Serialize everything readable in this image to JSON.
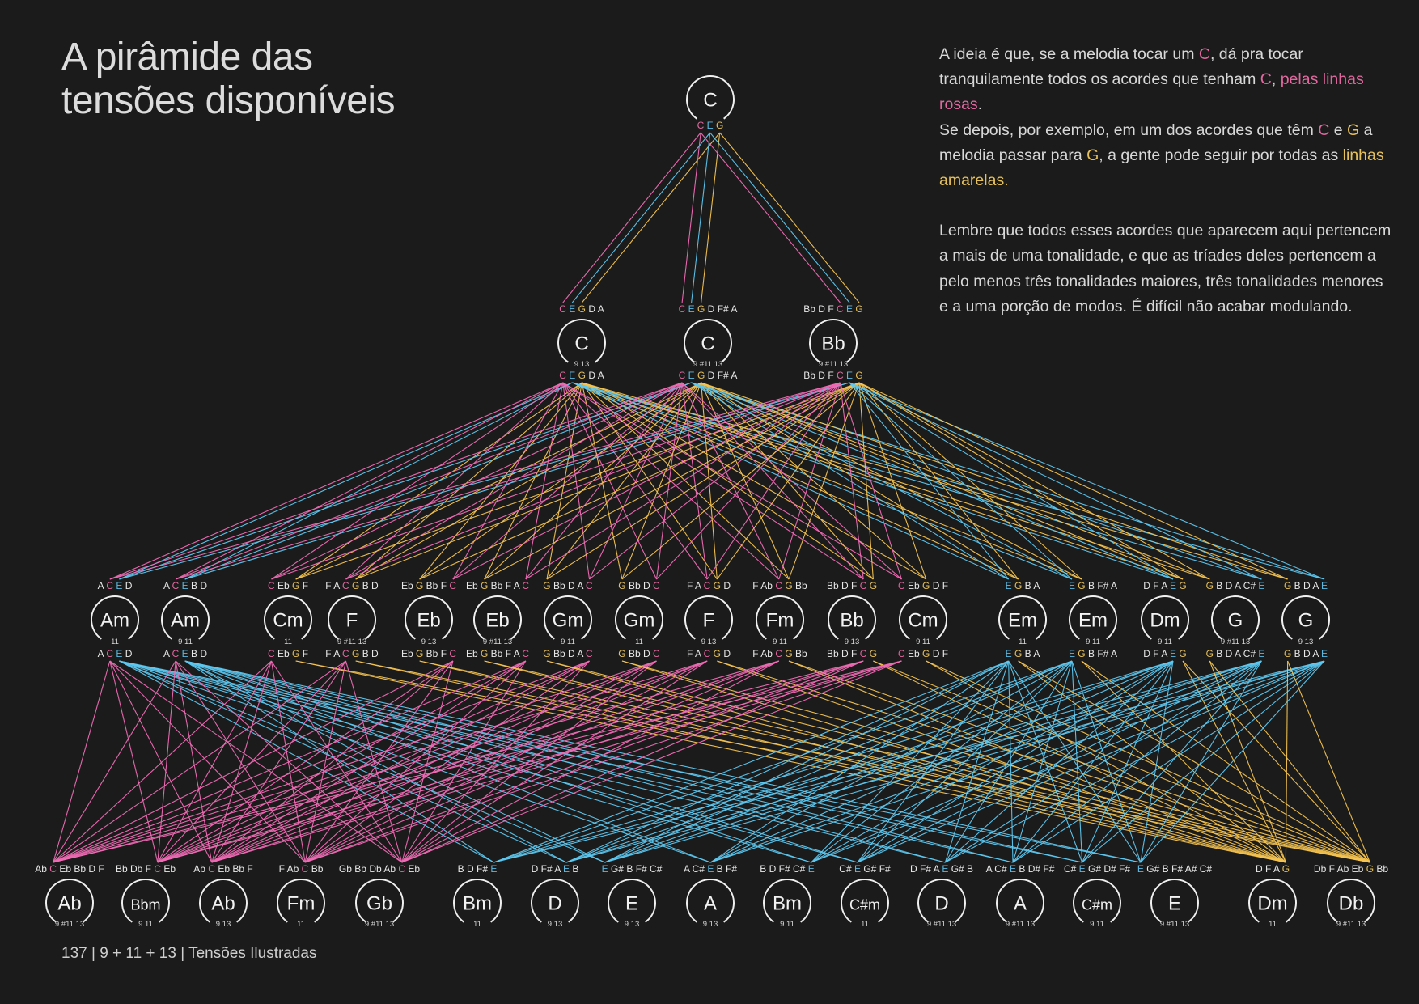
{
  "colors": {
    "background": "#1b1b1b",
    "pink": "#f06bb5",
    "blue": "#5ec8f0",
    "yellow": "#f5c451",
    "pink_text": "#e0689e",
    "blue_text": "#5bb8e0",
    "yellow_text": "#e6c05a",
    "white": "#e8e8e8"
  },
  "highlight_notes": {
    "C": "pink",
    "E": "blue",
    "G": "yellow"
  },
  "title": {
    "line1": "A pirâmide das",
    "line2": "tensões disponíveis"
  },
  "paragraphs": [
    [
      {
        "t": "A ideia é que, se a melodia tocar um "
      },
      {
        "t": "C",
        "c": "pink"
      },
      {
        "t": ", dá pra tocar tranquilamente todos os acordes que tenham "
      },
      {
        "t": "C",
        "c": "pink"
      },
      {
        "t": ", "
      },
      {
        "t": "pelas linhas rosas",
        "c": "pink"
      },
      {
        "t": "."
      },
      {
        "br": true
      },
      {
        "t": "Se depois, por exemplo, em um dos acordes que têm "
      },
      {
        "t": "C",
        "c": "pink"
      },
      {
        "t": " e "
      },
      {
        "t": "G",
        "c": "yellow"
      },
      {
        "t": " a melodia passar para "
      },
      {
        "t": "G",
        "c": "yellow"
      },
      {
        "t": ", a gente pode seguir por todas as "
      },
      {
        "t": "linhas amarelas.",
        "c": "yellow"
      }
    ],
    [
      {
        "t": "Lembre que todos esses acordes que aparecem aqui pertencem a mais de uma tonalidade, e que as tríades deles pertencem a pelo menos três tonalidades maiores, três tonalidades menores e a uma porção de modos. É difícil não acabar modulando."
      }
    ]
  ],
  "footer": "137 | 9 + 11 + 13 | Tensões Ilustradas",
  "levels": [
    [
      {
        "name": "C",
        "tensions": "",
        "top": [],
        "bottom": [
          "C",
          "E",
          "G"
        ]
      }
    ],
    [
      {
        "name": "C",
        "tensions": "9 13",
        "top": [
          "C",
          "E",
          "G",
          "D",
          "A"
        ],
        "bottom": [
          "C",
          "E",
          "G",
          "D",
          "A"
        ]
      },
      {
        "name": "C",
        "tensions": "9 #11 13",
        "top": [
          "C",
          "E",
          "G",
          "D",
          "F#",
          "A"
        ],
        "bottom": [
          "C",
          "E",
          "G",
          "D",
          "F#",
          "A"
        ]
      },
      {
        "name": "Bb",
        "tensions": "9 #11 13",
        "top": [
          "Bb",
          "D",
          "F",
          "C",
          "E",
          "G"
        ],
        "bottom": [
          "Bb",
          "D",
          "F",
          "C",
          "E",
          "G"
        ]
      }
    ],
    [
      {
        "name": "Am",
        "tensions": "11",
        "top": [
          "A",
          "C",
          "E",
          "D"
        ],
        "bottom": [
          "A",
          "C",
          "E",
          "D"
        ]
      },
      {
        "name": "Am",
        "tensions": "9 11",
        "top": [
          "A",
          "C",
          "E",
          "B",
          "D"
        ],
        "bottom": [
          "A",
          "C",
          "E",
          "B",
          "D"
        ]
      },
      {
        "name": "Cm",
        "tensions": "11",
        "top": [
          "C",
          "Eb",
          "G",
          "F"
        ],
        "bottom": [
          "C",
          "Eb",
          "G",
          "F"
        ]
      },
      {
        "name": "F",
        "tensions": "9 #11 13",
        "top": [
          "F",
          "A",
          "C",
          "G",
          "B",
          "D"
        ],
        "bottom": [
          "F",
          "A",
          "C",
          "G",
          "B",
          "D"
        ]
      },
      {
        "name": "Eb",
        "tensions": "9 13",
        "top": [
          "Eb",
          "G",
          "Bb",
          "F",
          "C"
        ],
        "bottom": [
          "Eb",
          "G",
          "Bb",
          "F",
          "C"
        ]
      },
      {
        "name": "Eb",
        "tensions": "9 #11 13",
        "top": [
          "Eb",
          "G",
          "Bb",
          "F",
          "A",
          "C"
        ],
        "bottom": [
          "Eb",
          "G",
          "Bb",
          "F",
          "A",
          "C"
        ]
      },
      {
        "name": "Gm",
        "tensions": "9 11",
        "top": [
          "G",
          "Bb",
          "D",
          "A",
          "C"
        ],
        "bottom": [
          "G",
          "Bb",
          "D",
          "A",
          "C"
        ]
      },
      {
        "name": "Gm",
        "tensions": "11",
        "top": [
          "G",
          "Bb",
          "D",
          "C"
        ],
        "bottom": [
          "G",
          "Bb",
          "D",
          "C"
        ]
      },
      {
        "name": "F",
        "tensions": "9 13",
        "top": [
          "F",
          "A",
          "C",
          "G",
          "D"
        ],
        "bottom": [
          "F",
          "A",
          "C",
          "G",
          "D"
        ]
      },
      {
        "name": "Fm",
        "tensions": "9 11",
        "top": [
          "F",
          "Ab",
          "C",
          "G",
          "Bb"
        ],
        "bottom": [
          "F",
          "Ab",
          "C",
          "G",
          "Bb"
        ]
      },
      {
        "name": "Bb",
        "tensions": "9 13",
        "top": [
          "Bb",
          "D",
          "F",
          "C",
          "G"
        ],
        "bottom": [
          "Bb",
          "D",
          "F",
          "C",
          "G"
        ]
      },
      {
        "name": "Cm",
        "tensions": "9 11",
        "top": [
          "C",
          "Eb",
          "G",
          "D",
          "F"
        ],
        "bottom": [
          "C",
          "Eb",
          "G",
          "D",
          "F"
        ]
      },
      {
        "name": "Em",
        "tensions": "11",
        "top": [
          "E",
          "G",
          "B",
          "A"
        ],
        "bottom": [
          "E",
          "G",
          "B",
          "A"
        ]
      },
      {
        "name": "Em",
        "tensions": "9 11",
        "top": [
          "E",
          "G",
          "B",
          "F#",
          "A"
        ],
        "bottom": [
          "E",
          "G",
          "B",
          "F#",
          "A"
        ]
      },
      {
        "name": "Dm",
        "tensions": "9 11",
        "top": [
          "D",
          "F",
          "A",
          "E",
          "G"
        ],
        "bottom": [
          "D",
          "F",
          "A",
          "E",
          "G"
        ]
      },
      {
        "name": "G",
        "tensions": "9 #11 13",
        "top": [
          "G",
          "B",
          "D",
          "A",
          "C#",
          "E"
        ],
        "bottom": [
          "G",
          "B",
          "D",
          "A",
          "C#",
          "E"
        ]
      },
      {
        "name": "G",
        "tensions": "9 13",
        "top": [
          "G",
          "B",
          "D",
          "A",
          "E"
        ],
        "bottom": [
          "G",
          "B",
          "D",
          "A",
          "E"
        ]
      }
    ],
    [
      {
        "name": "Ab",
        "tensions": "9 #11 13",
        "top": [
          "Ab",
          "C",
          "Eb",
          "Bb",
          "D",
          "F"
        ],
        "bottom": []
      },
      {
        "name": "Bbm",
        "tensions": "9 11",
        "top": [
          "Bb",
          "Db",
          "F",
          "C",
          "Eb"
        ],
        "bottom": []
      },
      {
        "name": "Ab",
        "tensions": "9 13",
        "top": [
          "Ab",
          "C",
          "Eb",
          "Bb",
          "F"
        ],
        "bottom": []
      },
      {
        "name": "Fm",
        "tensions": "11",
        "top": [
          "F",
          "Ab",
          "C",
          "Bb"
        ],
        "bottom": []
      },
      {
        "name": "Gb",
        "tensions": "9 #11 13",
        "top": [
          "Gb",
          "Bb",
          "Db",
          "Ab",
          "C",
          "Eb"
        ],
        "bottom": []
      },
      {
        "name": "Bm",
        "tensions": "11",
        "top": [
          "B",
          "D",
          "F#",
          "E"
        ],
        "bottom": []
      },
      {
        "name": "D",
        "tensions": "9 13",
        "top": [
          "D",
          "F#",
          "A",
          "E",
          "B"
        ],
        "bottom": []
      },
      {
        "name": "E",
        "tensions": "9 13",
        "top": [
          "E",
          "G#",
          "B",
          "F#",
          "C#"
        ],
        "bottom": []
      },
      {
        "name": "A",
        "tensions": "9 13",
        "top": [
          "A",
          "C#",
          "E",
          "B",
          "F#"
        ],
        "bottom": []
      },
      {
        "name": "Bm",
        "tensions": "9 11",
        "top": [
          "B",
          "D",
          "F#",
          "C#",
          "E"
        ],
        "bottom": []
      },
      {
        "name": "C#m",
        "tensions": "11",
        "top": [
          "C#",
          "E",
          "G#",
          "F#"
        ],
        "bottom": []
      },
      {
        "name": "D",
        "tensions": "9 #11 13",
        "top": [
          "D",
          "F#",
          "A",
          "E",
          "G#",
          "B"
        ],
        "bottom": []
      },
      {
        "name": "A",
        "tensions": "9 #11 13",
        "top": [
          "A",
          "C#",
          "E",
          "B",
          "D#",
          "F#"
        ],
        "bottom": []
      },
      {
        "name": "C#m",
        "tensions": "9 11",
        "top": [
          "C#",
          "E",
          "G#",
          "D#",
          "F#"
        ],
        "bottom": []
      },
      {
        "name": "E",
        "tensions": "9 #11 13",
        "top": [
          "E",
          "G#",
          "B",
          "F#",
          "A#",
          "C#"
        ],
        "bottom": []
      },
      {
        "name": "Dm",
        "tensions": "11",
        "top": [
          "D",
          "F",
          "A",
          "G"
        ],
        "bottom": []
      },
      {
        "name": "Db",
        "tensions": "9 #11 13",
        "top": [
          "Db",
          "F",
          "Ab",
          "Eb",
          "G",
          "Bb"
        ],
        "bottom": []
      }
    ]
  ]
}
